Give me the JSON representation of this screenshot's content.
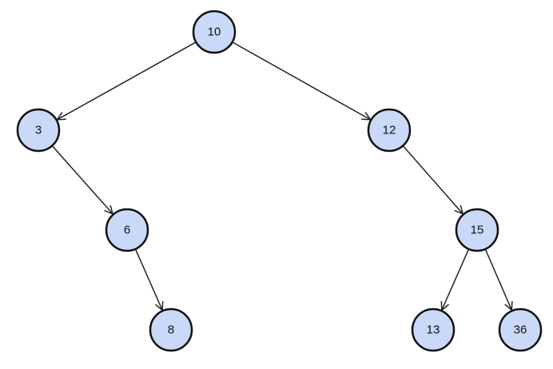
{
  "diagram": {
    "type": "binary-tree",
    "node_fill": "#c9d9f7",
    "node_stroke": "#111111",
    "edge_color": "#222222",
    "directed": true,
    "nodes": [
      {
        "id": "n10",
        "label": "10"
      },
      {
        "id": "n3",
        "label": "3"
      },
      {
        "id": "n12",
        "label": "12"
      },
      {
        "id": "n6",
        "label": "6"
      },
      {
        "id": "n15",
        "label": "15"
      },
      {
        "id": "n8",
        "label": "8"
      },
      {
        "id": "n13",
        "label": "13"
      },
      {
        "id": "n36",
        "label": "36"
      }
    ],
    "edges": [
      {
        "from": "n10",
        "to": "n3"
      },
      {
        "from": "n10",
        "to": "n12"
      },
      {
        "from": "n3",
        "to": "n6"
      },
      {
        "from": "n6",
        "to": "n8"
      },
      {
        "from": "n12",
        "to": "n15"
      },
      {
        "from": "n15",
        "to": "n13"
      },
      {
        "from": "n15",
        "to": "n36"
      }
    ]
  }
}
